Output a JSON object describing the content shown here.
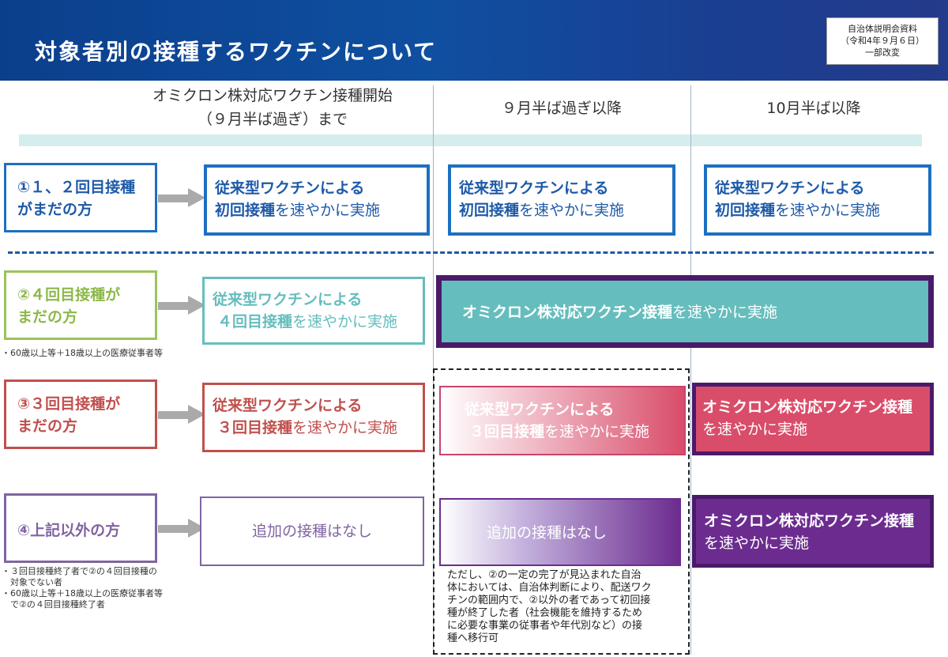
{
  "header": {
    "title": "対象者別の接種するワクチンについて",
    "source_lines": [
      "自治体説明会資料",
      "（令和4年９月６日）",
      "一部改変"
    ]
  },
  "columns": {
    "col1_line1": "オミクロン株対応ワクチン接種開始",
    "col1_line2": "（９月半ば過ぎ）まで",
    "col2": "９月半ば過ぎ以降",
    "col3": "10月半ば以降"
  },
  "colors": {
    "row1": "#1e6fc0",
    "row2": "#9bc45a",
    "row2_box": "#66bdbd",
    "row3": "#c0504d",
    "row3_box": "#d94d6a",
    "row4": "#8064a2",
    "row4_box": "#6c2c8f",
    "dark_border": "#4a1a6a"
  },
  "rows": [
    {
      "label_line1": "①１、２回目接種",
      "label_line2": "がまだの方",
      "col1_line1": "従来型ワクチンによる",
      "col1_bold": "初回接種",
      "col1_rest": "を速やかに実施",
      "col2_line1": "従来型ワクチンによる",
      "col2_bold": "初回接種",
      "col2_rest": "を速やかに実施",
      "col3_line1": "従来型ワクチンによる",
      "col3_bold": "初回接種",
      "col3_rest": "を速やかに実施"
    },
    {
      "label_line1": "②４回目接種が",
      "label_line2": "まだの方",
      "col1_line1": "従来型ワクチンによる",
      "col1_bold": "４回目接種",
      "col1_rest": "を速やかに実施",
      "span_bold": "オミクロン株対応ワクチン接種",
      "span_rest": "を速やかに実施",
      "note": "・60歳以上等＋18歳以上の医療従事者等"
    },
    {
      "label_line1": "③３回目接種が",
      "label_line2": "まだの方",
      "col1_line1": "従来型ワクチンによる",
      "col1_bold": "３回目接種",
      "col1_rest": "を速やかに実施",
      "col2_line1": "従来型ワクチンによる",
      "col2_bold": "３回目接種",
      "col2_rest": "を速やかに実施",
      "col3_line1": "オミクロン株対応ワクチン接種",
      "col3_line2": "を速やかに実施"
    },
    {
      "label": "④上記以外の方",
      "col1": "追加の接種はなし",
      "col2": "追加の接種はなし",
      "col3_line1": "オミクロン株対応ワクチン接種",
      "col3_line2": "を速やかに実施",
      "notes": [
        "・３回目接種終了者で②の４回目接種の",
        "　対象でない者",
        "・60歳以上等＋18歳以上の医療従事者等",
        "　で②の４回目接種終了者"
      ],
      "dashed_note": [
        "ただし、②の一定の完了が見込まれた自治",
        "体においては、自治体判断により、配送ワク",
        "チンの範囲内で、②以外の者であって初回接",
        "種が終了した者（社会機能を維持するため",
        "に必要な事業の従事者や年代別など）の接",
        "種へ移行可"
      ]
    }
  ]
}
